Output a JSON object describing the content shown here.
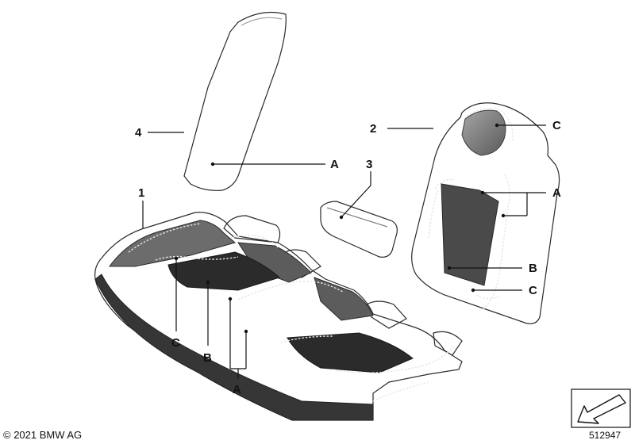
{
  "callouts": {
    "part_1": "1",
    "part_2": "2",
    "part_3": "3",
    "part_4": "4",
    "ref_a": "A",
    "ref_b": "B",
    "ref_c": "C"
  },
  "footer": {
    "copyright": "© 2021 BMW AG",
    "diagram_number": "512947"
  },
  "colors": {
    "leather_dark": "#3a3a3a",
    "leather_mid": "#5a5a5a",
    "leather_light": "#8a8a8a",
    "stitching": "#e6e6e6"
  }
}
